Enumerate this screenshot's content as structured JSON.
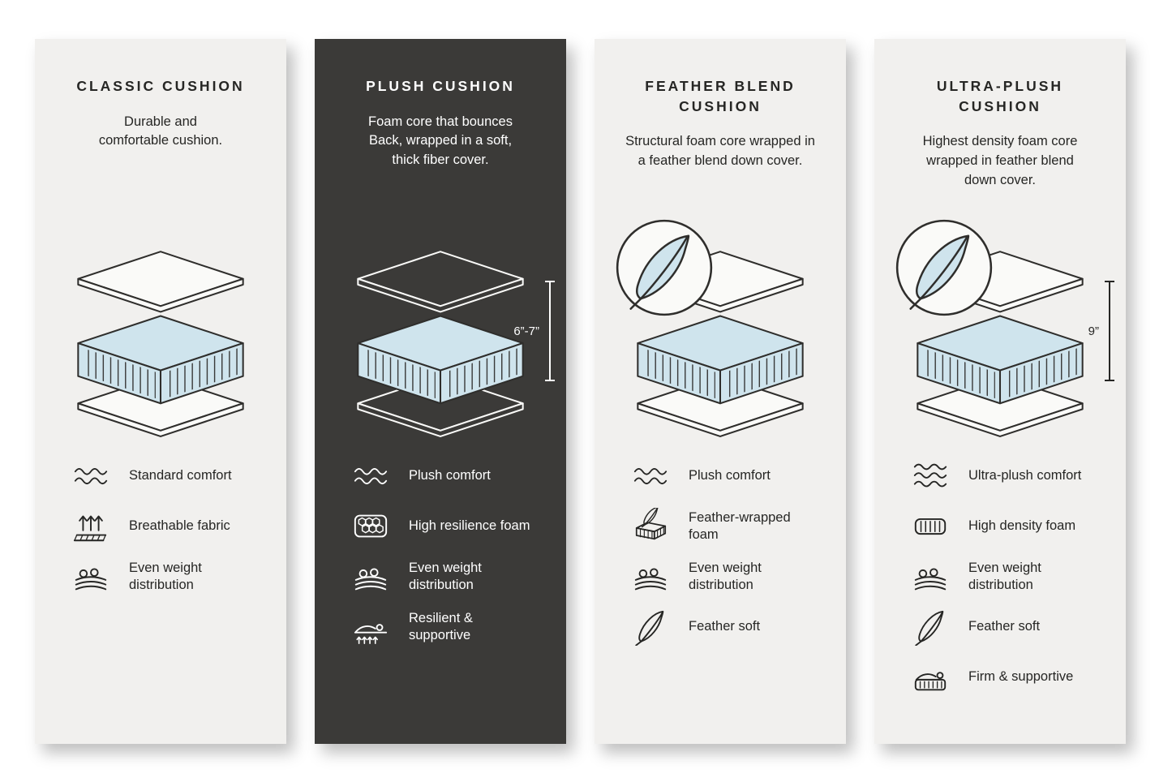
{
  "colors": {
    "page_background": "#ffffff",
    "panel_light": "#f1f0ee",
    "panel_dark": "#3b3a38",
    "foam_blue": "#cfe4ed",
    "line_dark": "#2f2e2c",
    "text_light": "#ffffff"
  },
  "panels": [
    {
      "id": "classic",
      "theme": "light",
      "title": "CLASSIC CUSHION",
      "description": "Durable and comfortable cushion.",
      "features": [
        {
          "icon": "waves-icon",
          "label": "Standard comfort"
        },
        {
          "icon": "breathable-fabric-icon",
          "label": "Breathable fabric"
        },
        {
          "icon": "even-weight-icon",
          "label": "Even weight distribution"
        }
      ]
    },
    {
      "id": "plush",
      "theme": "dark",
      "title": "PLUSH CUSHION",
      "description": "Foam core that bounces Back, wrapped in a soft, thick fiber cover.",
      "measurement": "6”-7”",
      "features": [
        {
          "icon": "waves-icon",
          "label": "Plush comfort"
        },
        {
          "icon": "honeycomb-foam-icon",
          "label": "High resilience foam"
        },
        {
          "icon": "even-weight-icon",
          "label": "Even weight distribution"
        },
        {
          "icon": "resilient-supportive-icon",
          "label": "Resilient & supportive"
        }
      ]
    },
    {
      "id": "feather-blend",
      "theme": "light",
      "title": "FEATHER BLEND CUSHION",
      "description": "Structural foam core wrapped in a feather blend down cover.",
      "badge_icon": "feather-badge-icon",
      "features": [
        {
          "icon": "waves-icon",
          "label": "Plush comfort"
        },
        {
          "icon": "feather-wrapped-foam-icon",
          "label": "Feather-wrapped foam"
        },
        {
          "icon": "even-weight-icon",
          "label": "Even weight distribution"
        },
        {
          "icon": "feather-icon",
          "label": "Feather soft"
        }
      ]
    },
    {
      "id": "ultra-plush",
      "theme": "light",
      "title": "ULTRA-PLUSH CUSHION",
      "description": "Highest density foam core wrapped in feather blend down cover.",
      "badge_icon": "feather-badge-icon",
      "measurement": "9”",
      "features": [
        {
          "icon": "waves-3-icon",
          "label": "Ultra-plush comfort"
        },
        {
          "icon": "high-density-foam-icon",
          "label": "High density foam"
        },
        {
          "icon": "even-weight-icon",
          "label": "Even weight distribution"
        },
        {
          "icon": "feather-icon",
          "label": "Feather soft"
        },
        {
          "icon": "firm-supportive-icon",
          "label": "Firm & supportive"
        }
      ]
    }
  ]
}
